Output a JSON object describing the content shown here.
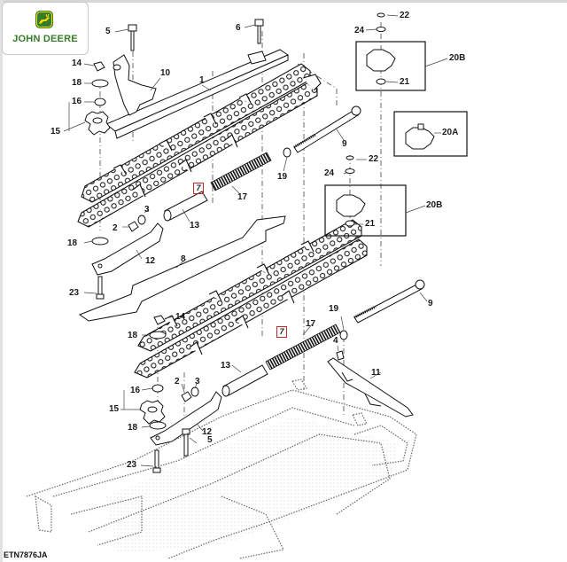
{
  "brand": {
    "name": "John Deere",
    "logo_text": "JOHN DEERE",
    "primary_color": "#367c2b",
    "accent_color": "#ffde00"
  },
  "figure_id": "ETN7876JA",
  "highlight_color": "#c0282d",
  "highlighted_refs": [
    {
      "label": "7"
    },
    {
      "label": "7"
    }
  ],
  "callouts": [
    {
      "id": "c5a",
      "label": "5"
    },
    {
      "id": "c6",
      "label": "6"
    },
    {
      "id": "c22a",
      "label": "22"
    },
    {
      "id": "c24a",
      "label": "24"
    },
    {
      "id": "c20Ba",
      "label": "20B"
    },
    {
      "id": "c21a",
      "label": "21"
    },
    {
      "id": "c14a",
      "label": "14"
    },
    {
      "id": "c10",
      "label": "10"
    },
    {
      "id": "c1",
      "label": "1"
    },
    {
      "id": "c18a",
      "label": "18"
    },
    {
      "id": "c16a",
      "label": "16"
    },
    {
      "id": "c15a",
      "label": "15"
    },
    {
      "id": "c9a",
      "label": "9"
    },
    {
      "id": "c20A",
      "label": "20A"
    },
    {
      "id": "c22b",
      "label": "22"
    },
    {
      "id": "c19a",
      "label": "19"
    },
    {
      "id": "c24b",
      "label": "24"
    },
    {
      "id": "c17a",
      "label": "17"
    },
    {
      "id": "c20Bb",
      "label": "20B"
    },
    {
      "id": "c21b",
      "label": "21"
    },
    {
      "id": "c3a",
      "label": "3"
    },
    {
      "id": "c13a",
      "label": "13"
    },
    {
      "id": "c2a",
      "label": "2"
    },
    {
      "id": "c18b",
      "label": "18"
    },
    {
      "id": "c12a",
      "label": "12"
    },
    {
      "id": "c8",
      "label": "8"
    },
    {
      "id": "c23a",
      "label": "23"
    },
    {
      "id": "c9b",
      "label": "9"
    },
    {
      "id": "c14b",
      "label": "14"
    },
    {
      "id": "c19b",
      "label": "19"
    },
    {
      "id": "c18c",
      "label": "18"
    },
    {
      "id": "c17b",
      "label": "17"
    },
    {
      "id": "c4",
      "label": "4"
    },
    {
      "id": "c11",
      "label": "11"
    },
    {
      "id": "c13b",
      "label": "13"
    },
    {
      "id": "c16b",
      "label": "16"
    },
    {
      "id": "c2b",
      "label": "2"
    },
    {
      "id": "c3b",
      "label": "3"
    },
    {
      "id": "c15b",
      "label": "15"
    },
    {
      "id": "c18d",
      "label": "18"
    },
    {
      "id": "c12b",
      "label": "12"
    },
    {
      "id": "c5b",
      "label": "5"
    },
    {
      "id": "c23b",
      "label": "23"
    }
  ]
}
